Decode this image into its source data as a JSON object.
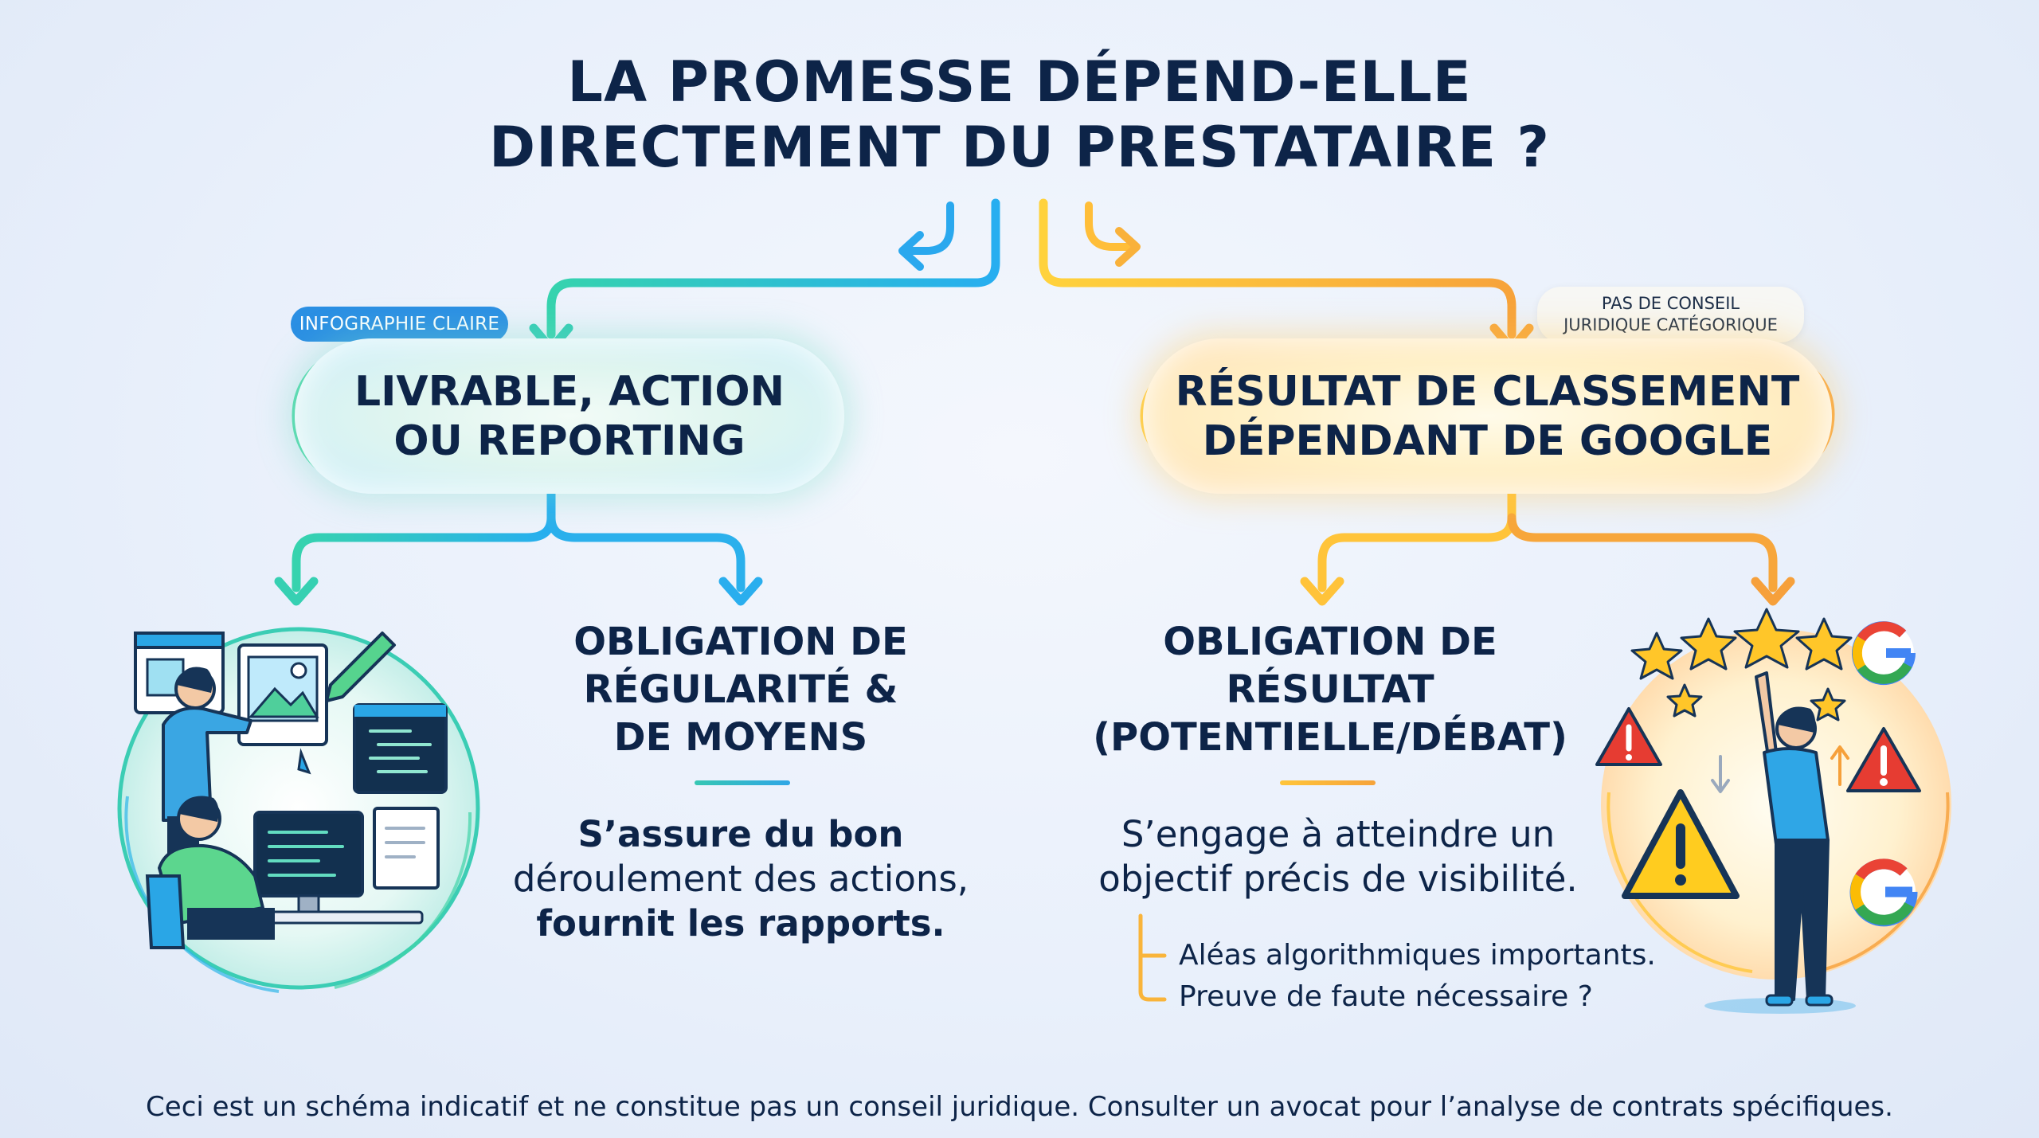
{
  "title": {
    "line1": "LA PROMESSE DÉPEND-ELLE",
    "line2": "DIRECTEMENT DU PRESTATAIRE ?"
  },
  "left_branch": {
    "badge": "INFOGRAPHIE CLAIRE",
    "pill_line1": "LIVRABLE, ACTION",
    "pill_line2": "OU REPORTING",
    "obligation_line1": "OBLIGATION DE",
    "obligation_line2": "RÉGULARITÉ &",
    "obligation_line3": "DE MOYENS",
    "desc_line1": "S’assure du bon",
    "desc_line2": "déroulement des actions,",
    "desc_line3": "fournit les rapports.",
    "illustration": "team-working-illustration",
    "color_start": "#36c7b3",
    "color_end": "#2fa6e6"
  },
  "right_branch": {
    "badge_line1": "PAS DE CONSEIL",
    "badge_line2": "JURIDIQUE CATÉGORIQUE",
    "pill_line1": "RÉSULTAT DE CLASSEMENT",
    "pill_line2": "DÉPENDANT DE GOOGLE",
    "obligation_line1": "OBLIGATION DE",
    "obligation_line2": "RÉSULTAT",
    "obligation_line3": "(POTENTIELLE/DÉBAT)",
    "desc_line1": "S’engage à atteindre un",
    "desc_line2": "objectif précis de visibilité.",
    "notes": [
      "Aléas algorithmiques importants.",
      "Preuve de faute nécessaire ?"
    ],
    "illustration": "google-ranking-stars-warning-illustration",
    "google_logo_letter": "G",
    "color_start": "#ffc53a",
    "color_end": "#f6a33a"
  },
  "footer": "Ceci est un schéma indicatif et ne constitue pas un conseil juridique. Consulter un avocat pour l’analyse de contrats spécifiques."
}
